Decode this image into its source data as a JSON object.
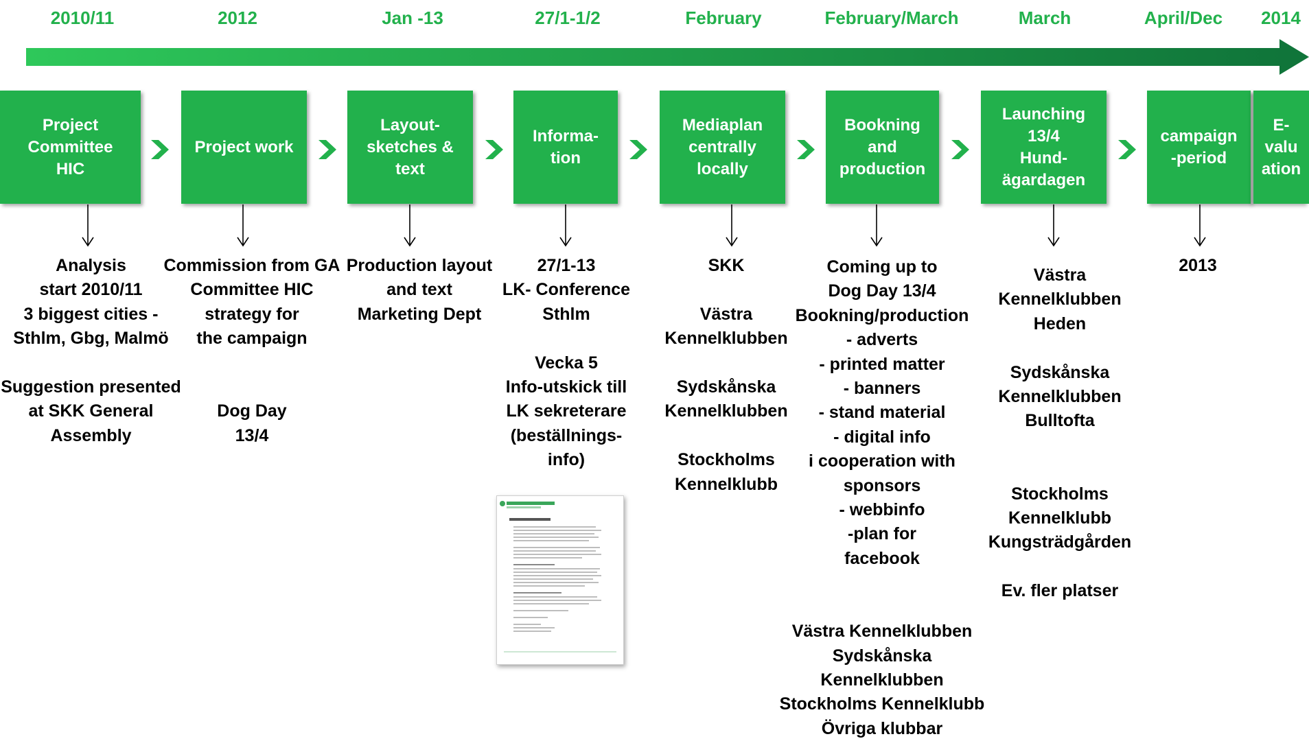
{
  "dates": [
    "2010/11",
    "2012",
    "Jan -13",
    "27/1-1/2",
    "February",
    "February/March",
    "March",
    "April/Dec",
    "2014"
  ],
  "steps": [
    "Project\nCommittee\nHIC",
    "Project work",
    "Layout-\nsketches &\ntext",
    "Informa-\ntion",
    "Mediaplan\ncentrally\nlocally",
    "Bookning\nand\nproduction",
    "Launching\n13/4\nHund-\nägardagen",
    "campaign\n-period",
    "E-\nvalu\nation"
  ],
  "details": [
    "Analysis\nstart 2010/11\n3 biggest cities -\nSthlm, Gbg, Malmö\n\nSuggestion presented\nat SKK General\nAssembly",
    "Commission from GA\nCommittee HIC\nstrategy for\nthe campaign\n\n\nDog Day\n13/4",
    "Production layout\nand text\nMarketing Dept",
    "27/1-13\nLK- Conference\nSthlm\n\nVecka  5\nInfo-utskick till\nLK sekreterare\n(beställnings-\ninfo)",
    "SKK\n\nVästra\nKennelklubben\n\nSydskånska\nKennelklubben\n\nStockholms\nKennelklubb",
    "Coming up to\nDog Day 13/4\nBookning/production\n- adverts\n- printed matter\n- banners\n- stand material\n- digital info\ni cooperation with\nsponsors\n- webbinfo\n-plan for\nfacebook\n\n\nVästra Kennelklubben\nSydskånska\nKennelklubben\nStockholms Kennelklubb\nÖvriga klubbar",
    "Västra\nKennelklubben\nHeden\n\nSydskånska\nKennelklubben\nBulltofta\n\n\nStockholms\nKennelklubb\nKungsträdgården\n\nEv. fler platser",
    "2013"
  ],
  "colors": {
    "accent": "#22b14c",
    "arrow_start": "#2ec85a",
    "arrow_end": "#10753a"
  },
  "icons": {
    "step_connector": "chevron-right-icon",
    "detail_connector": "arrow-down-icon",
    "thumbnail": "document-thumbnail"
  }
}
